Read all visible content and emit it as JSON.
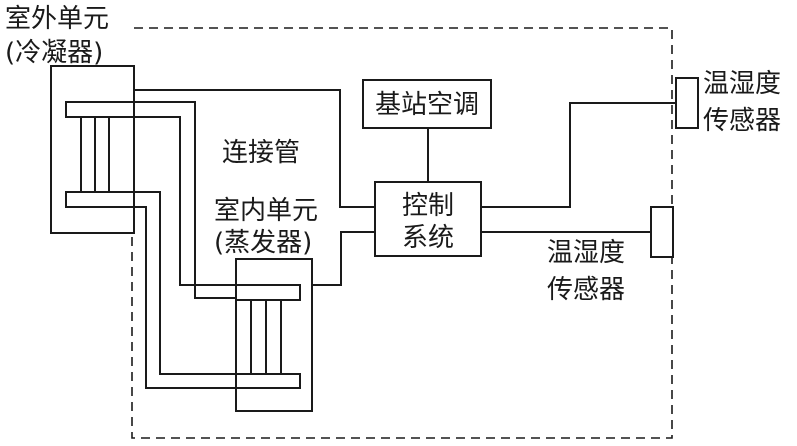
{
  "outdoor_unit": {
    "line1": "室外单元",
    "line2": "(冷凝器)"
  },
  "indoor_unit": {
    "line1": "室内单元",
    "line2": "(蒸发器)"
  },
  "connecting_pipe": "连接管",
  "base_station_ac": "基站空调",
  "control_system": {
    "line1": "控制",
    "line2": "系统"
  },
  "sensor_top": {
    "line1": "温湿度",
    "line2": "传感器"
  },
  "sensor_bottom": {
    "line1": "温湿度",
    "line2": "传感器"
  }
}
